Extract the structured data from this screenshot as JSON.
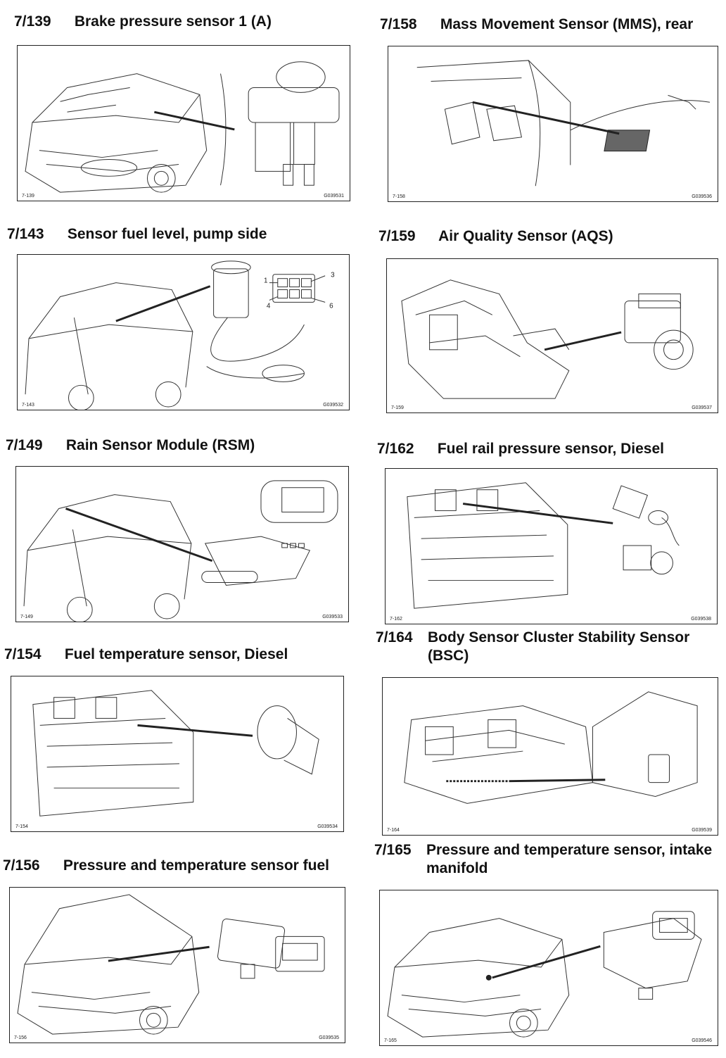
{
  "sections": [
    {
      "num": "7/139",
      "title": "Brake pressure sensor 1 (A)",
      "fig": "7-139",
      "code": "G039531"
    },
    {
      "num": "7/158",
      "title": "Mass Movement Sensor (MMS), rear",
      "fig": "7-158",
      "code": "G039536"
    },
    {
      "num": "7/143",
      "title": "Sensor fuel level, pump side",
      "fig": "7-143",
      "code": "G039532",
      "pins": [
        "1",
        "3",
        "4",
        "6"
      ]
    },
    {
      "num": "7/159",
      "title": "Air Quality Sensor (AQS)",
      "fig": "7-159",
      "code": "G039537"
    },
    {
      "num": "7/149",
      "title": "Rain Sensor Module (RSM)",
      "fig": "7-149",
      "code": "G039533"
    },
    {
      "num": "7/162",
      "title": "Fuel rail pressure sensor, Diesel",
      "fig": "7-162",
      "code": "G039538"
    },
    {
      "num": "7/154",
      "title": "Fuel temperature sensor, Diesel",
      "fig": "7-154",
      "code": "G039534"
    },
    {
      "num": "7/164",
      "title": "Body Sensor Cluster Stability Sensor (BSC)",
      "fig": "7-164",
      "code": "G039539"
    },
    {
      "num": "7/156",
      "title": "Pressure and temperature sensor fuel",
      "fig": "7-156",
      "code": "G039535"
    },
    {
      "num": "7/165",
      "title": "Pressure and temperature sensor, intake manifold",
      "fig": "7-165",
      "code": "G039546"
    }
  ]
}
